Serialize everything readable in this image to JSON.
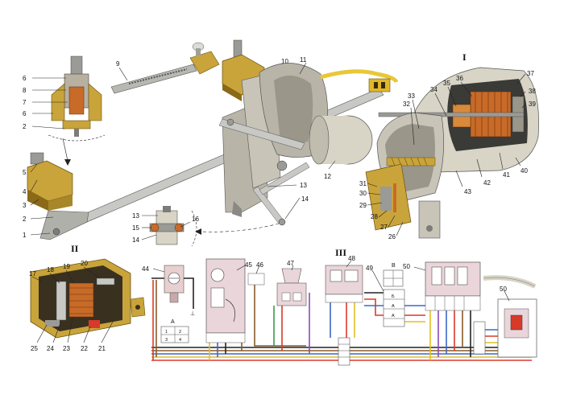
{
  "colors": {
    "brass": "#c9a43a",
    "brass_dark": "#8a6a18",
    "steel": "#c8c8c4",
    "steel_dark": "#7c7c78",
    "motor_body": "#dcd7c8",
    "yellow_cable": "#e8c838",
    "copper": "#c86a28",
    "relay_red": "#d8a090",
    "wire_red": "#d83a2a",
    "wire_blue": "#3a68c8",
    "wire_yellow": "#e0c020",
    "wire_brown": "#8a5a2a",
    "wire_black": "#222222",
    "wire_green": "#3a9a4a",
    "wire_violet": "#8a4ab8"
  },
  "section_labels": {
    "section_1": "I",
    "section_2": "II",
    "section_3": "III"
  },
  "callouts": {
    "c1": "1",
    "c2": "2",
    "c2b": "2",
    "c3": "3",
    "c4": "4",
    "c5": "5",
    "c6": "6",
    "c6b": "6",
    "c7": "7",
    "c8": "8",
    "c9": "9",
    "c10": "10",
    "c11": "11",
    "c12": "12",
    "c13": "13",
    "c13b": "13",
    "c14": "14",
    "c14b": "14",
    "c15": "15",
    "c16": "16",
    "c17": "17",
    "c18": "18",
    "c19": "19",
    "c20": "20",
    "c21": "21",
    "c22": "22",
    "c23": "23",
    "c24": "24",
    "c25": "25",
    "c26": "26",
    "c27": "27",
    "c28": "28",
    "c29": "29",
    "c30": "30",
    "c31": "31",
    "c32": "32",
    "c33": "33",
    "c34": "34",
    "c35": "35",
    "c36": "36",
    "c37": "37",
    "c38": "38",
    "c39": "39",
    "c40": "40",
    "c41": "41",
    "c42": "42",
    "c43": "43",
    "c44": "44",
    "c45": "45",
    "c46": "46",
    "c47": "47",
    "c48": "48",
    "c49": "49",
    "c50": "50",
    "c50b": "50"
  },
  "scheme": {
    "block_a": "А",
    "block_v": "В",
    "term_1": "1",
    "term_2": "2",
    "term_3": "3",
    "term_4": "4",
    "term_a1": "А",
    "term_a2": "А",
    "term_b": "Б",
    "ground": "⊥"
  }
}
